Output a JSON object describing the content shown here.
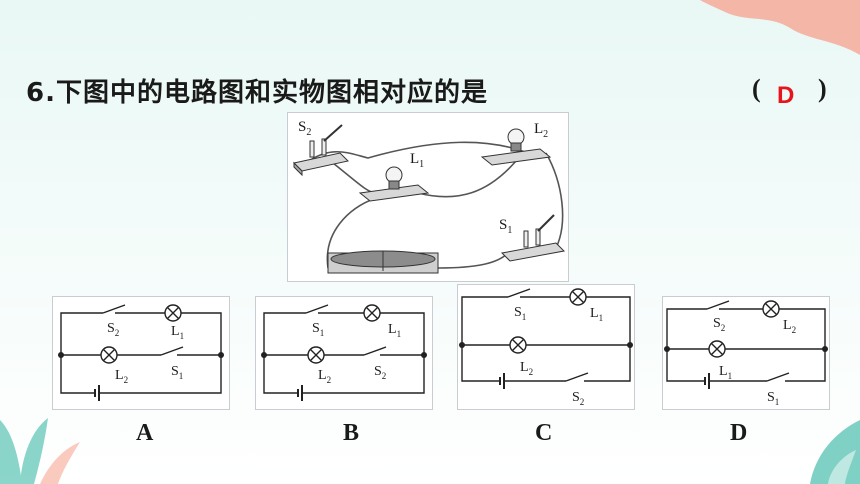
{
  "question": {
    "number": "6.",
    "text": "下图中的电路图和实物图相对应的是",
    "paren_open": "(",
    "paren_close": ")",
    "answer": "D"
  },
  "colors": {
    "background_tint": "#e8f7f4",
    "answer": "#e8141b",
    "coral_decoration": "#f7a08c",
    "leaf_decoration": "#2db3a0"
  },
  "photo": {
    "labels": {
      "s2": "S",
      "s2_sub": "2",
      "l1": "L",
      "l1_sub": "1",
      "l2": "L",
      "l2_sub": "2",
      "s1": "S",
      "s1_sub": "1"
    }
  },
  "options": [
    {
      "letter": "A",
      "top_switch": "S",
      "top_switch_sub": "2",
      "top_lamp": "L",
      "top_lamp_sub": "1",
      "mid_lamp": "L",
      "mid_lamp_sub": "2",
      "mid_switch": "S",
      "mid_switch_sub": "1",
      "bottom_switch": "",
      "bottom_switch_sub": ""
    },
    {
      "letter": "B",
      "top_switch": "S",
      "top_switch_sub": "1",
      "top_lamp": "L",
      "top_lamp_sub": "1",
      "mid_lamp": "L",
      "mid_lamp_sub": "2",
      "mid_switch": "S",
      "mid_switch_sub": "2",
      "bottom_switch": "",
      "bottom_switch_sub": ""
    },
    {
      "letter": "C",
      "top_switch": "S",
      "top_switch_sub": "1",
      "top_lamp": "L",
      "top_lamp_sub": "1",
      "mid_lamp": "L",
      "mid_lamp_sub": "2",
      "mid_switch": "",
      "mid_switch_sub": "",
      "bottom_switch": "S",
      "bottom_switch_sub": "2"
    },
    {
      "letter": "D",
      "top_switch": "S",
      "top_switch_sub": "2",
      "top_lamp": "L",
      "top_lamp_sub": "2",
      "mid_lamp": "L",
      "mid_lamp_sub": "1",
      "mid_switch": "",
      "mid_switch_sub": "",
      "bottom_switch": "S",
      "bottom_switch_sub": "1"
    }
  ]
}
